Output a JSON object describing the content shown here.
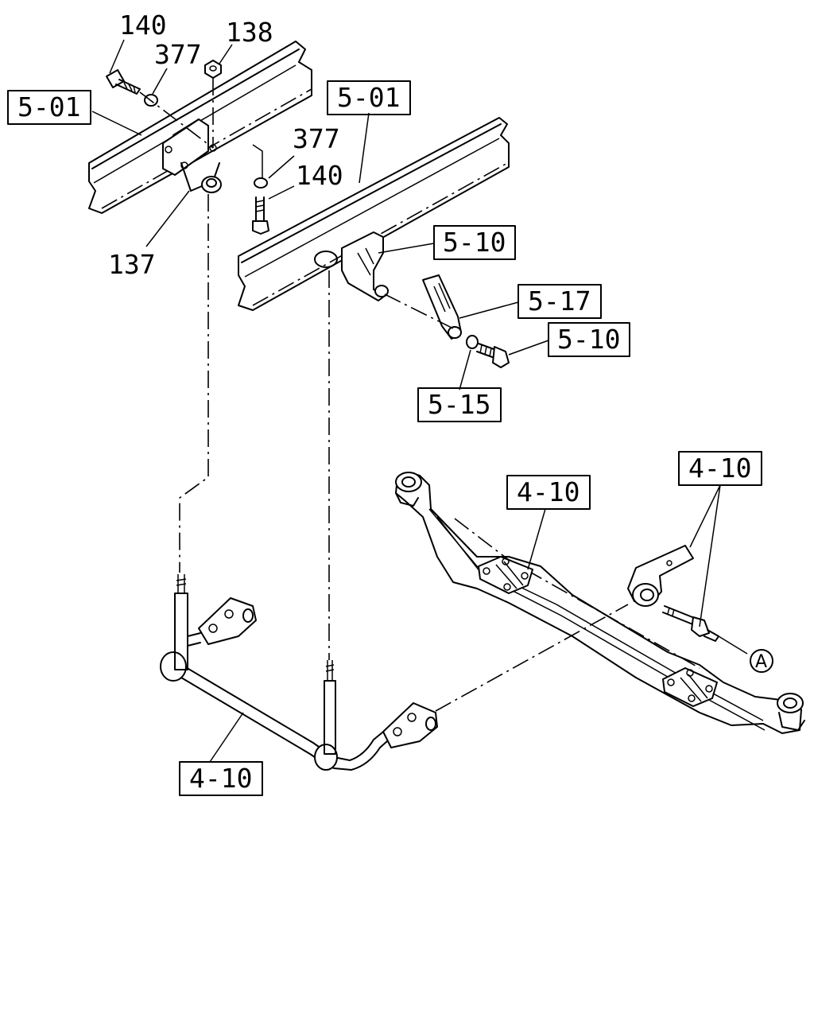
{
  "labels": {
    "p140_top": "140",
    "p377_top": "377",
    "p138": "138",
    "p377_mid": "377",
    "p140_mid": "140",
    "p137": "137"
  },
  "boxes": {
    "frame_left": "5-01",
    "frame_right": "5-01",
    "bracket_510": "5-10",
    "link_517": "5-17",
    "bolt_510": "5-10",
    "washer_515": "5-15",
    "axle_410": "4-10",
    "bushing_410": "4-10",
    "stabilizer_410": "4-10"
  },
  "ref_marker": "A"
}
